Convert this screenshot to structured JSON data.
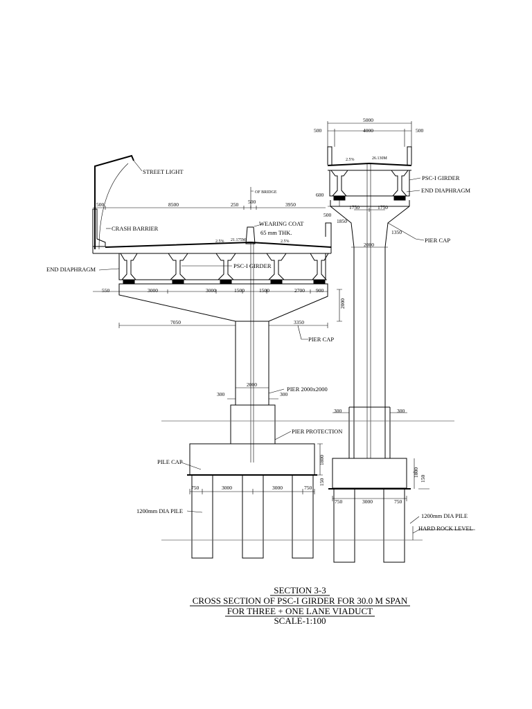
{
  "labels": {
    "street_light": "STREET LIGHT",
    "crash_barrier": "CRASH BARRIER",
    "end_diaphragm_left": "END DIAPHRAGM",
    "psc_girder_left": "PSC-I GIRDER",
    "wearing_coat_1": "WEARING COAT",
    "wearing_coat_2": "65 mm THK.",
    "of_bridge": "OF BRIDGE",
    "pier_cap_left": "PIER CAP",
    "pier_size": "PIER 2000x2000",
    "pier_protection": "PIER PROTECTION",
    "pile_cap": "PILE CAP",
    "pile_left": "1200mm DIA PILE",
    "psc_girder_right": "PSC-I GIRDER",
    "end_diaphragm_right": "END DIAPHRAGM",
    "pier_cap_right": "PIER CAP",
    "pile_right": "1200mm DIA PILE",
    "hard_rock": "HARD ROCK LEVEL"
  },
  "dims": {
    "r_total": "5000",
    "r_top_l": "500",
    "r_top_mid": "4000",
    "r_top_r": "500",
    "r_level": "26.130M",
    "r_slope": "2.5%",
    "r_600": "600",
    "r_1750a": "1750",
    "r_1750b": "1750",
    "r_1350": "1350",
    "r_1850": "1850",
    "r_2000": "2000",
    "r_300l": "300",
    "r_300r": "300",
    "r_1800": "1800",
    "r_150": "150",
    "r_750l": "750",
    "r_3000": "3000",
    "r_750r": "750",
    "l_500": "500",
    "l_8500": "8500",
    "l_250": "250",
    "l_500b": "500",
    "l_3950": "3950",
    "l_level": "21.175M",
    "l_slope1": "2.5%",
    "l_slope2": "2.5%",
    "l_500c": "500",
    "l_550": "550",
    "l_3000a": "3000",
    "l_3000b": "3000",
    "l_1500a": "1500",
    "l_1500b": "1500",
    "l_2700": "2700",
    "l_900": "900",
    "l_2000v": "2000",
    "l_7050": "7050",
    "l_3350": "3350",
    "l_2000": "2000",
    "l_300l": "300",
    "l_300r": "300",
    "l_1800": "1800",
    "l_150": "150",
    "l_750l": "750",
    "l_3000c": "3000",
    "l_3000d": "3000",
    "l_750r": "750"
  },
  "title": {
    "line1": "SECTION 3-3",
    "line2": "CROSS SECTION OF PSC-I GIRDER FOR 30.0 M SPAN",
    "line3": "FOR THREE + ONE LANE VIADUCT",
    "line4": "SCALE-1:100"
  }
}
